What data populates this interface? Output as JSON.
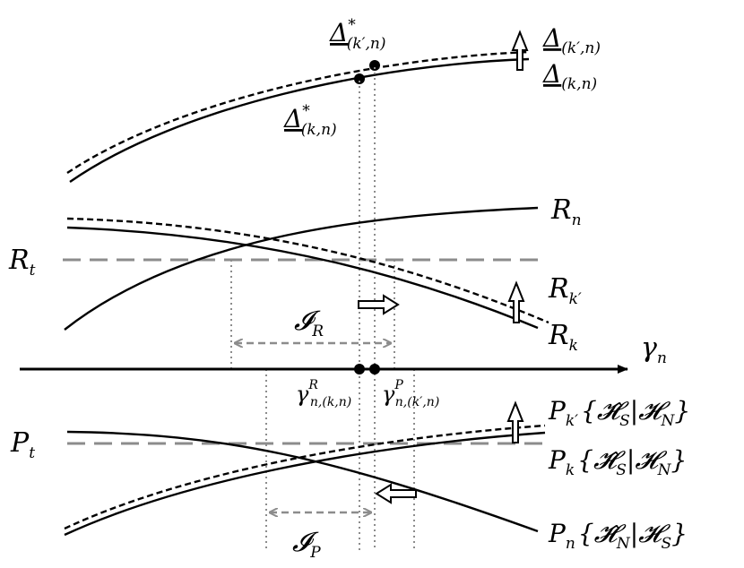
{
  "colors": {
    "curve": "#000000",
    "threshold": "#8c8c8c",
    "guide": "#8c8c8c",
    "interval": "#8c8c8c",
    "axis": "#000000"
  },
  "labels": {
    "delta_kp_star": {
      "sym": "Δ",
      "sup": "*",
      "sub": "(k′,n)"
    },
    "delta_k_star": {
      "sym": "Δ",
      "sup": "*",
      "sub": "(k,n)"
    },
    "delta_kp": {
      "sym": "Δ",
      "sub": "(k′,n)"
    },
    "delta_k": {
      "sym": "Δ",
      "sub": "(k,n)"
    },
    "R_n": {
      "sym": "R",
      "sub": "n"
    },
    "R_t": {
      "sym": "R",
      "sub": "t"
    },
    "R_kp": {
      "sym": "R",
      "sub": "k′"
    },
    "R_k": {
      "sym": "R",
      "sub": "k"
    },
    "I_R": {
      "sym": "𝓘",
      "sub": "R"
    },
    "gamma_n": {
      "sym": "γ",
      "sub": "n"
    },
    "gamma_R": {
      "sym": "γ",
      "sup": "R",
      "sub": "n,(k,n)"
    },
    "gamma_P": {
      "sym": "γ",
      "sup": "P",
      "sub": "n,(k′,n)"
    },
    "P_t": {
      "sym": "P",
      "sub": "t"
    },
    "P_kp": {
      "sym": "P",
      "sub": "k′",
      "cond": "{𝓗̂",
      "csub1": "S",
      "mid": "|𝓗",
      "csub2": "N",
      "end": "}"
    },
    "P_k": {
      "sym": "P",
      "sub": "k",
      "cond": "{𝓗̂",
      "csub1": "S",
      "mid": "|𝓗",
      "csub2": "N",
      "end": "}"
    },
    "P_n": {
      "sym": "P",
      "sub": "n",
      "cond": "{𝓗̂",
      "csub1": "N",
      "mid": "|𝓗",
      "csub2": "S",
      "end": "}"
    },
    "I_P": {
      "sym": "𝓘",
      "sub": "P"
    }
  }
}
